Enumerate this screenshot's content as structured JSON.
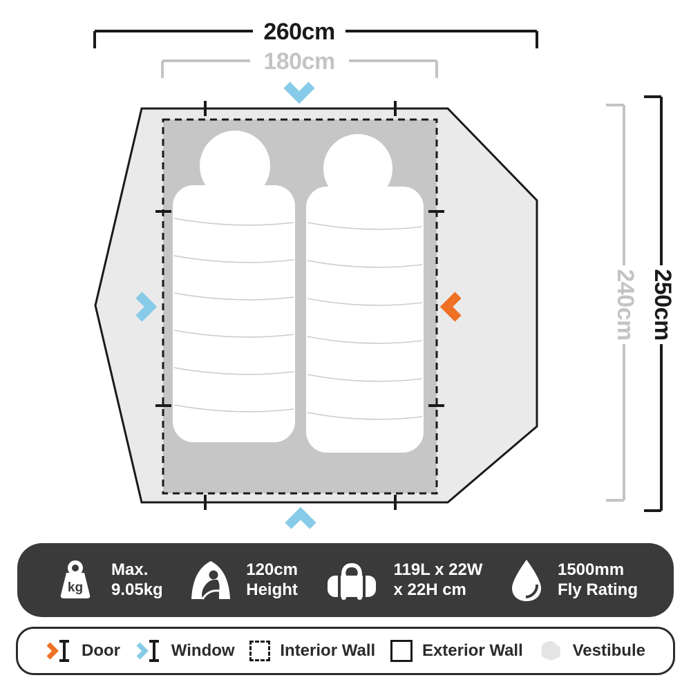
{
  "dimensions": {
    "top_outer": "260cm",
    "top_inner": "180cm",
    "side_inner": "240cm",
    "side_outer": "250cm"
  },
  "weight_icon_text": "kg",
  "specs": [
    {
      "line1": "Max.",
      "line2": "9.05kg"
    },
    {
      "line1": "120cm",
      "line2": "Height"
    },
    {
      "line1": "119L x 22W",
      "line2": "x 22H cm"
    },
    {
      "line1": "1500mm",
      "line2": "Fly Rating"
    }
  ],
  "legend": [
    {
      "label": "Door"
    },
    {
      "label": "Window"
    },
    {
      "label": "Interior Wall"
    },
    {
      "label": "Exterior Wall"
    },
    {
      "label": "Vestibule"
    }
  ],
  "colors": {
    "accent_orange": "#ee7125",
    "accent_blue": "#87cbe8",
    "tent_fill": "#eaeaea",
    "interior_fill": "#c6c6c6",
    "outline": "#1a1a1a",
    "dim_gray": "#c4c4c4",
    "spec_bar_bg": "#3a3a3a"
  }
}
